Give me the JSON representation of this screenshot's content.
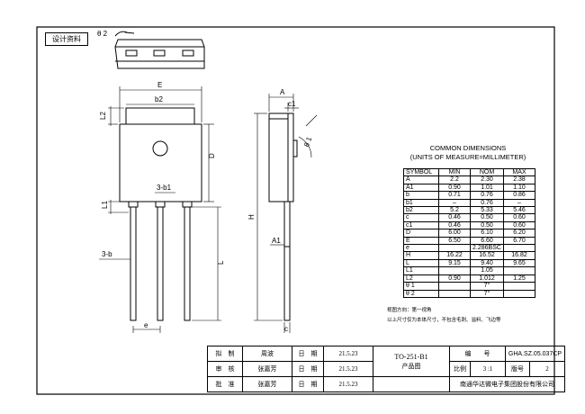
{
  "tag": "设计资料",
  "drawing_labels": {
    "theta2_top": "θ 2",
    "E": "E",
    "b2": "b2",
    "L2": "L2",
    "D": "D",
    "b1": "3-b1",
    "L1": "L1",
    "H": "H",
    "L": "L",
    "b": "3-b",
    "e": "e",
    "A": "A",
    "c1": "c1",
    "theta1": "θ 1",
    "A1": "A1",
    "c": "c"
  },
  "dimensions": {
    "title_line1": "COMMON  DIMENSIONS",
    "title_line2": "(UNITS  OF  MEASURE=MILLIMETER)",
    "header": [
      "SYMBOL",
      "MIN",
      "NOM",
      "MAX"
    ],
    "rows": [
      [
        "A",
        "2.2",
        "2.30",
        "2.38"
      ],
      [
        "A1",
        "0.90",
        "1.01",
        "1.10"
      ],
      [
        "b",
        "0.71",
        "0.76",
        "0.86"
      ],
      [
        "b1",
        "–",
        "0.76",
        "–"
      ],
      [
        "b2",
        "5.2",
        "5.33",
        "5.46"
      ],
      [
        "c",
        "0.46",
        "0.50",
        "0.60"
      ],
      [
        "c1",
        "0.46",
        "0.50",
        "0.60"
      ],
      [
        "D",
        "6.00",
        "6.10",
        "6.20"
      ],
      [
        "E",
        "6.50",
        "6.60",
        "6.70"
      ],
      [
        "e",
        "",
        "2.286BSC",
        ""
      ],
      [
        "H",
        "16.22",
        "16.52",
        "16.82"
      ],
      [
        "L",
        "9.15",
        "9.40",
        "9.65"
      ],
      [
        "L1",
        "",
        "1.05",
        ""
      ],
      [
        "L2",
        "0.90",
        "1.012",
        "1.25"
      ],
      [
        "θ 1",
        "",
        "7°",
        ""
      ],
      [
        "θ 2",
        "",
        "7°",
        ""
      ]
    ]
  },
  "notes": [
    "视图方向：第一视角",
    "以上尺寸仅为本体尺寸，不包含毛刺、溢料、飞边等"
  ],
  "title_block": {
    "r1": [
      "拟　制",
      "周波",
      "日　期",
      "21.5.23"
    ],
    "r2": [
      "审　核",
      "张嘉芳",
      "日　期",
      "21.5.23"
    ],
    "r3": [
      "批　准",
      "张嘉芳",
      "日　期",
      "21.5.23"
    ],
    "pkg_name": "TO-251-B1",
    "pkg_sub": "产品图",
    "code_label": "编　　号",
    "code": "GHA.SZ.05.037CP",
    "scale_label": "比例",
    "scale": "3 :1",
    "rev_label": "版号",
    "rev": "2",
    "company": "南通华达微电子集团股份有限公司"
  }
}
